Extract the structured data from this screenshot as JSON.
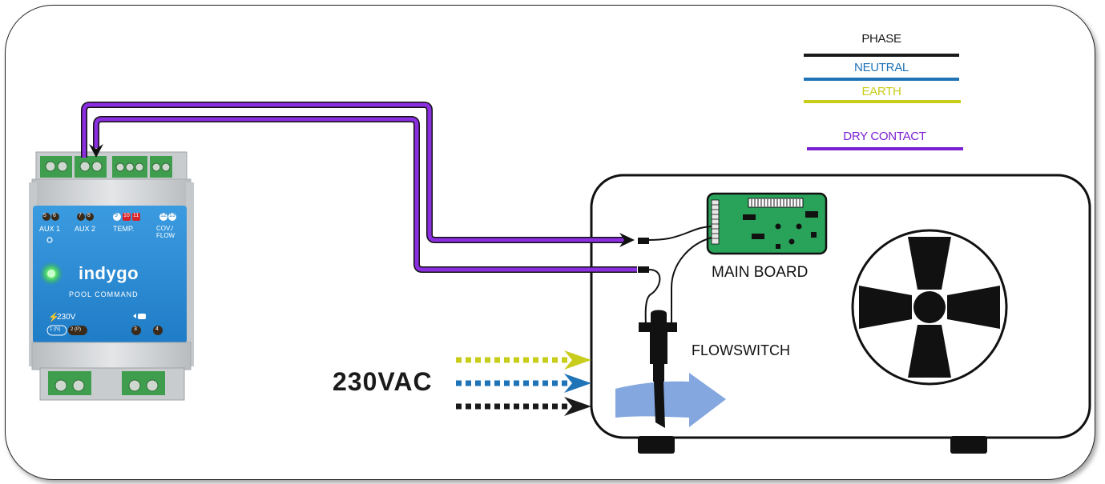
{
  "legend": {
    "phase": {
      "label": "PHASE",
      "color": "#1a1a1a"
    },
    "neutral": {
      "label": "NEUTRAL",
      "color": "#1f73b7"
    },
    "earth": {
      "label": "EARTH",
      "color": "#c8cc1a"
    },
    "dry_contact": {
      "label": "DRY CONTACT",
      "color": "#7a1fd1"
    }
  },
  "module": {
    "brand": "indygo",
    "subtitle": "POOL COMMAND",
    "aux1": "AUX 1",
    "aux2": "AUX 2",
    "temp": "TEMP.",
    "cov_flow_1": "COV./",
    "cov_flow_2": "FLOW",
    "voltage": "230V",
    "t5": "5",
    "t6": "6",
    "t7": "7",
    "t8": "8",
    "t9": "9",
    "t10": "10",
    "t11": "11",
    "t12": "12",
    "t13": "13",
    "t1": "1 (N)",
    "t2": "2 (P)",
    "t3": "3",
    "t4": "4"
  },
  "labels": {
    "main_board": "MAIN BOARD",
    "flowswitch": "FLOWSWITCH",
    "supply": "230VAC"
  },
  "colors": {
    "module_blue": "#2e8fd6",
    "board_green": "#29a35a",
    "flow_arrow": "#6f98d9"
  }
}
